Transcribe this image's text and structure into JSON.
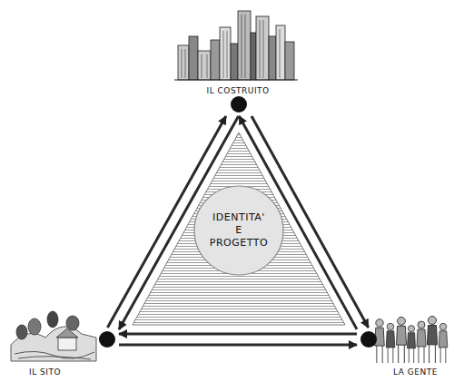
{
  "diagram": {
    "nodes": [
      {
        "text": [
          "IL COSTRUITO"
        ]
      },
      {
        "text": [
          "IDENTITA' E PROGETTO"
        ]
      },
      {
        "text": [
          "IL SITO"
        ]
      },
      {
        "text": [
          "LA GENTE"
        ]
      }
    ],
    "edges": [
      {
        "from": 0,
        "to": 2,
        "arrow": "to"
      },
      {
        "from": 2,
        "to": 0,
        "arrow": "to"
      },
      {
        "from": 0,
        "to": 3,
        "arrow": "to"
      },
      {
        "from": 3,
        "to": 0,
        "arrow": "to"
      },
      {
        "from": 2,
        "to": 3,
        "arrow": "to"
      },
      {
        "from": 3,
        "to": 2,
        "arrow": "to"
      }
    ]
  }
}
